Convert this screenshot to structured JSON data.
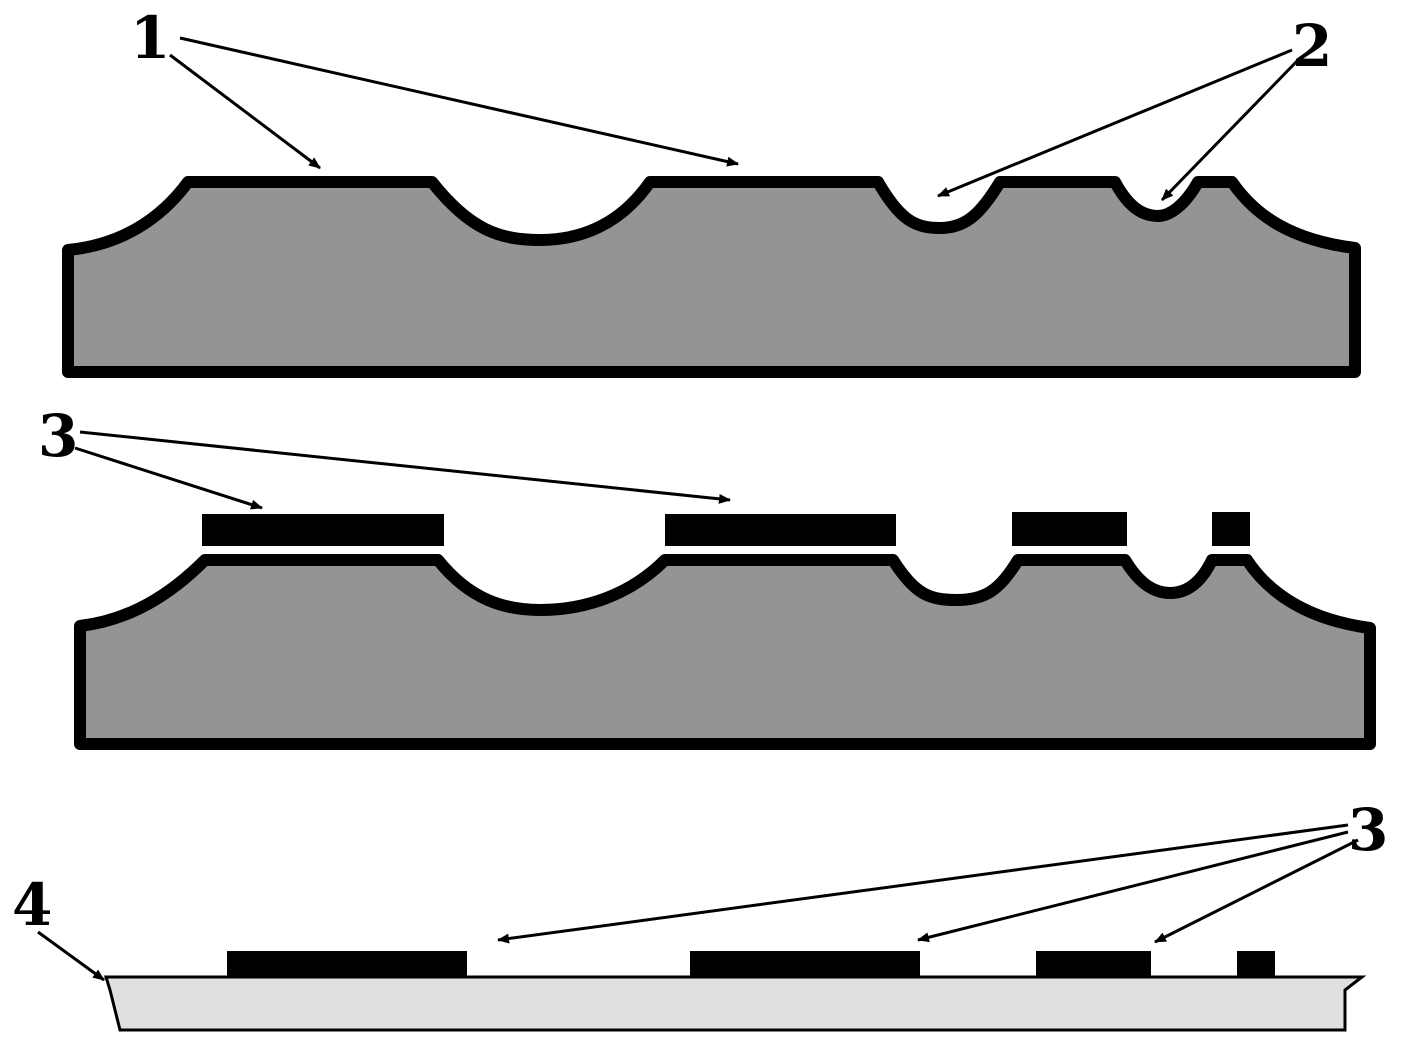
{
  "callouts": {
    "label_1": "1",
    "label_2": "2",
    "label_3_middle": "3",
    "label_3_bottom": "3",
    "label_4": "4"
  },
  "colors": {
    "substrate_fill": "#949494",
    "outline": "#000000",
    "mask_layer": "#000000",
    "carrier_fill": "#e0e0e0",
    "background": "#ffffff"
  }
}
